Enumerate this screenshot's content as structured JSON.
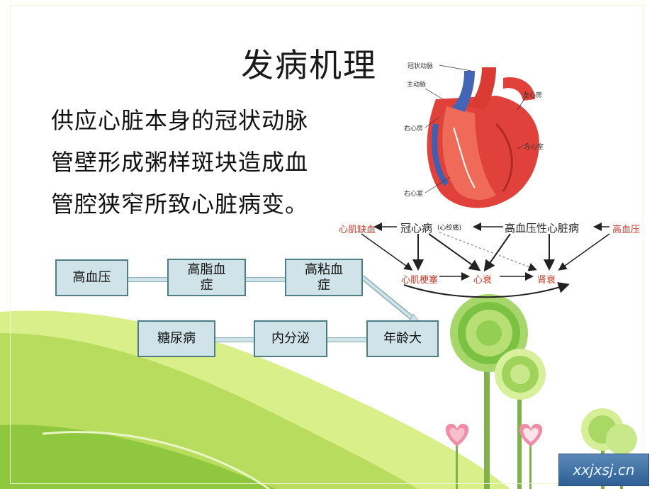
{
  "slide": {
    "title": "发病机理",
    "body_lines": [
      "供应心脏本身的冠状动脉",
      "管壁形成粥样斑块造成血",
      "管腔狭窄所致心脏病变。"
    ]
  },
  "factors": {
    "row1": [
      "高血压",
      "高脂血\n症",
      "高粘血\n症"
    ],
    "row2": [
      "糖尿病",
      "内分泌",
      "年龄大"
    ]
  },
  "heart_labels": [
    "冠状动脉",
    "主动脉",
    "左心房",
    "右心房",
    "左心室",
    "右心室"
  ],
  "flow_diagram": {
    "top": [
      "心肌缺血",
      "冠心病",
      "(心绞痛)",
      "高血压性心脏病",
      "高血压"
    ],
    "bottom": [
      "心肌梗塞",
      "心衰",
      "肾衰"
    ]
  },
  "watermark": "xxjxsj.cn"
}
